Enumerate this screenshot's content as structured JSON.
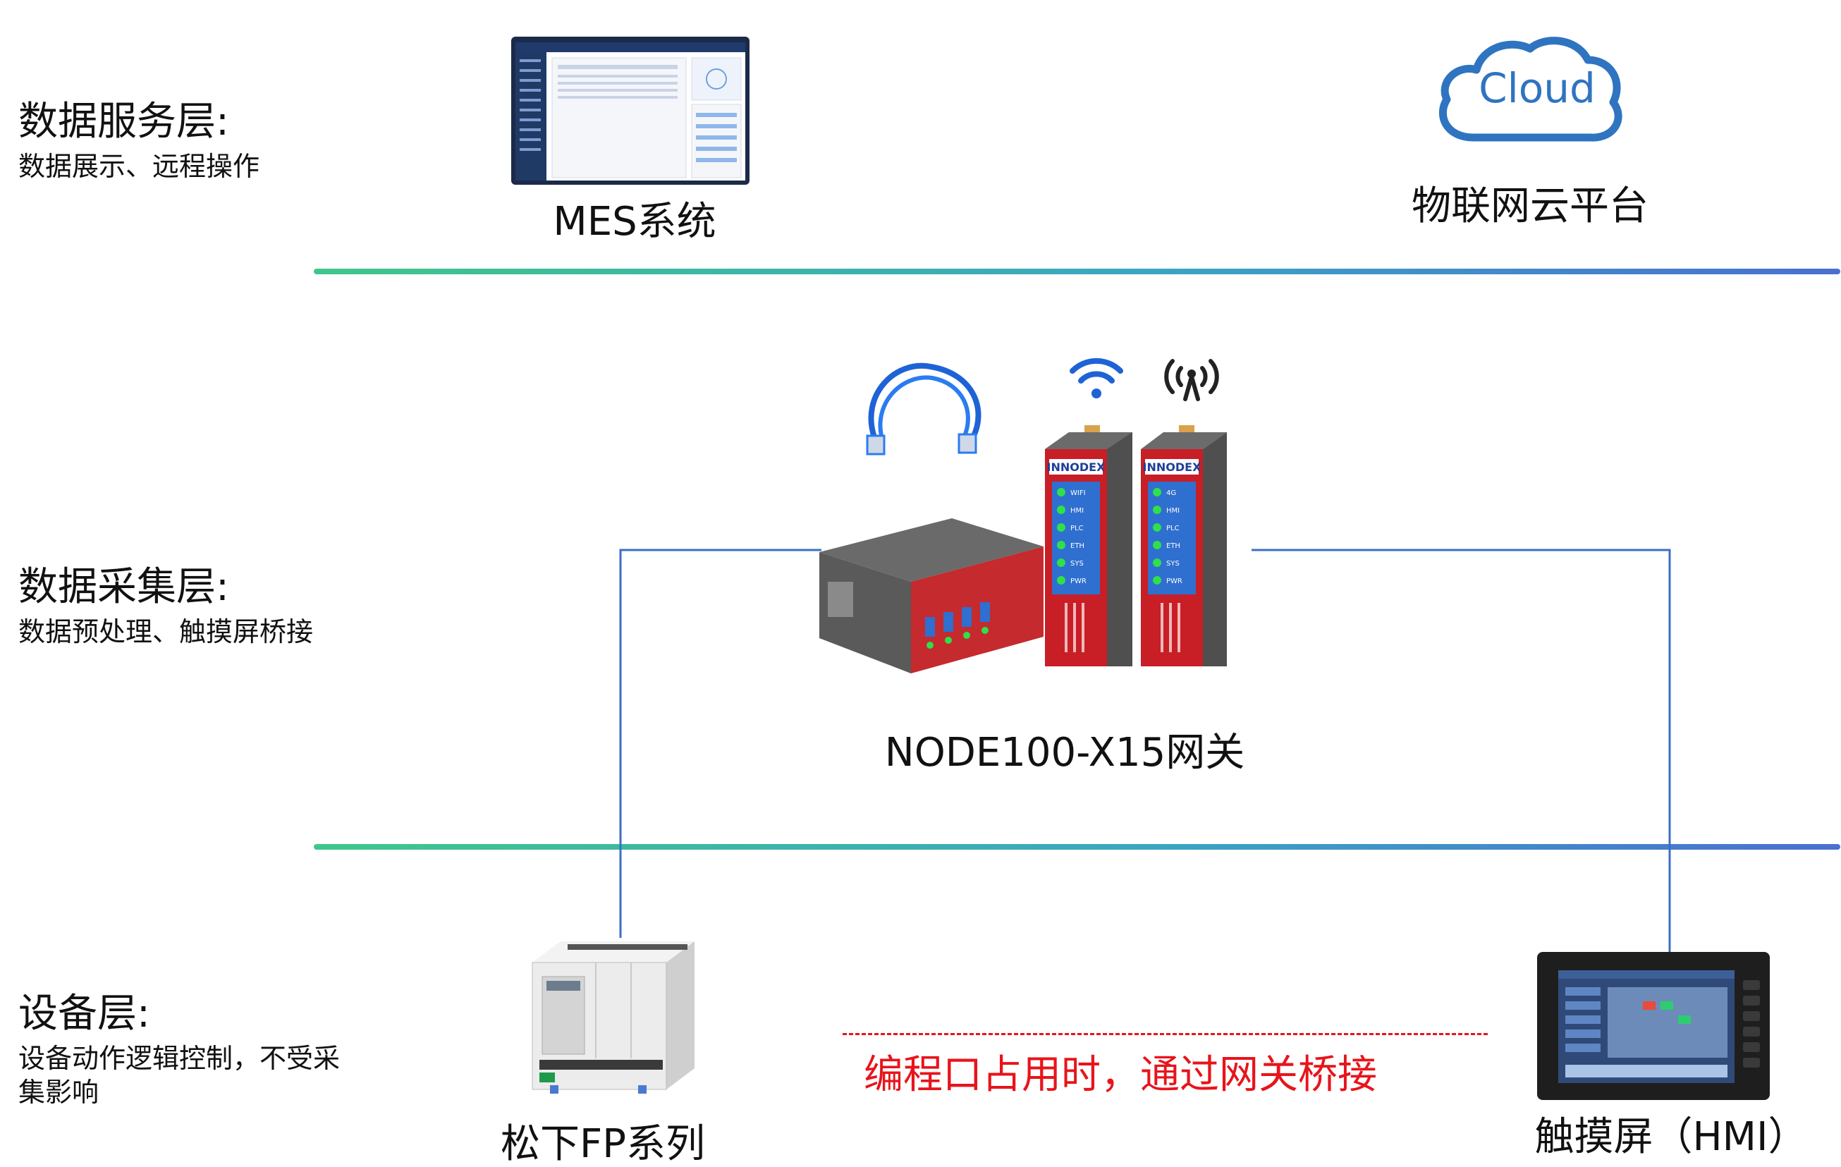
{
  "layers": [
    {
      "title": "数据服务层:",
      "desc": "数据展示、远程操作"
    },
    {
      "title": "数据采集层:",
      "desc": "数据预处理、触摸屏桥接"
    },
    {
      "title": "设备层:",
      "desc_line1": "设备动作逻辑控制，不受采",
      "desc_line2": "集影响"
    }
  ],
  "nodes": {
    "mes": "MES系统",
    "cloud_icon_text": "Cloud",
    "cloud": "物联网云平台",
    "gateway": "NODE100-X15网关",
    "plc": "松下FP系列",
    "hmi": "触摸屏（HMI）"
  },
  "gateway_device": {
    "brand": "INNODEX",
    "leds_unit1": [
      "WIFI",
      "HMI",
      "PLC",
      "ETH",
      "SYS",
      "PWR"
    ],
    "leds_unit2": [
      "4G",
      "HMI",
      "PLC",
      "ETH",
      "SYS",
      "PWR"
    ]
  },
  "bridge_note": "编程口占用时，通过网关桥接",
  "icons": [
    "ethernet-cable-icon",
    "wifi-icon",
    "cellular-antenna-icon",
    "cloud-icon"
  ],
  "colors": {
    "accent_green": "#3ec78a",
    "accent_blue": "#4a6fd0",
    "link_blue": "#3b6fc4",
    "note_red": "#e8141b",
    "device_red": "#d3222a"
  }
}
